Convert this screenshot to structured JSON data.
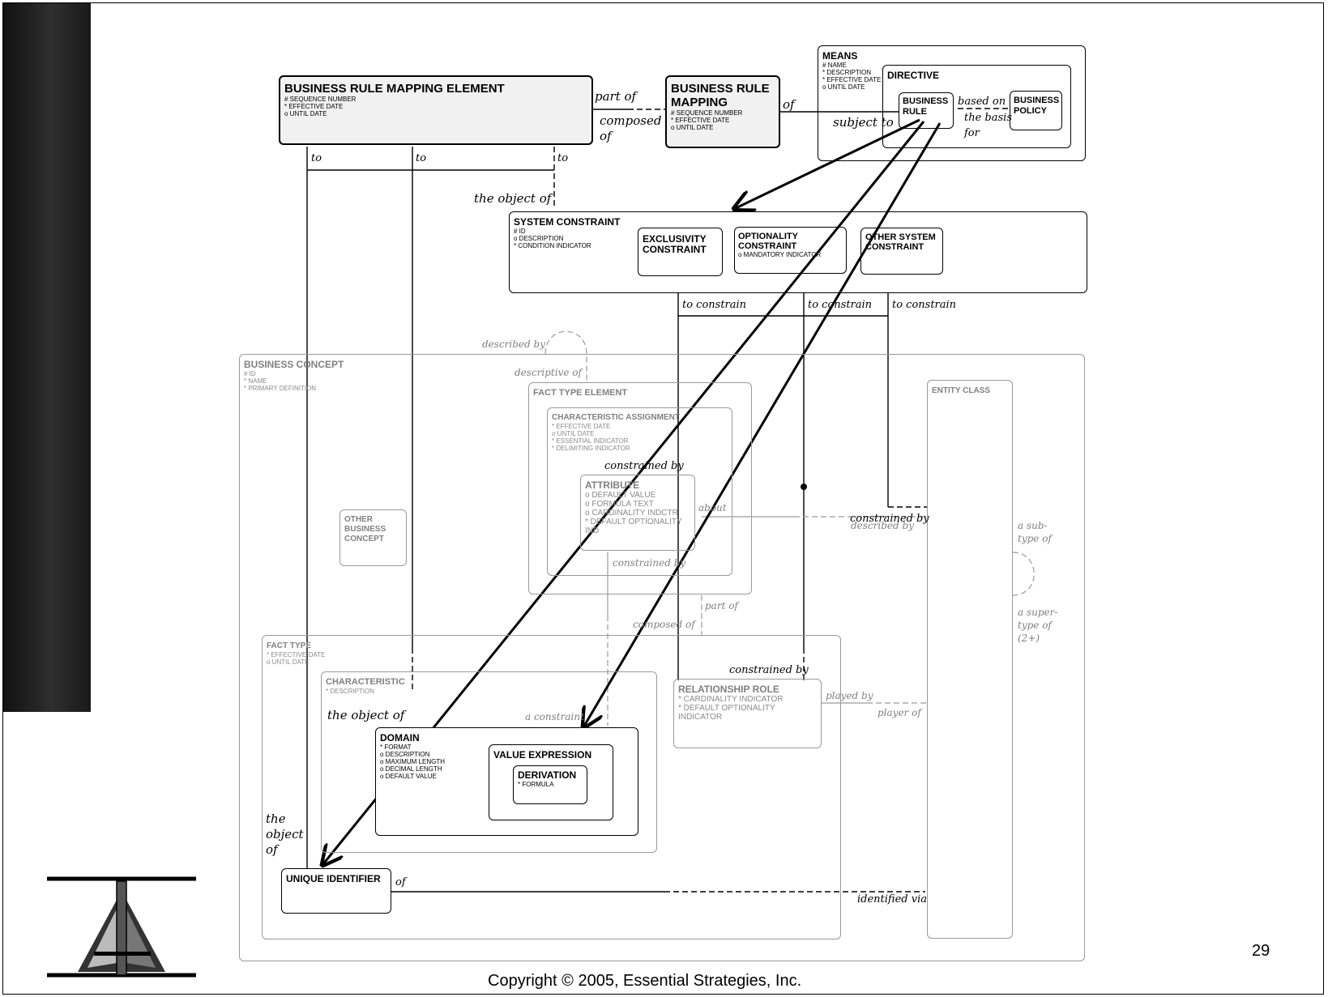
{
  "slide": {
    "page_number": "29",
    "copyright": "Copyright © 2005, Essential Strategies, Inc.",
    "logo": "essential-strategies-logo-icon"
  },
  "boxes": {
    "brme": {
      "title": "BUSINESS RULE MAPPING ELEMENT",
      "attrs": "# SEQUENCE NUMBER\n* EFFECTIVE DATE\no UNTIL DATE"
    },
    "brm": {
      "title": "BUSINESS RULE\nMAPPING",
      "attrs": "# SEQUENCE NUMBER\n* EFFECTIVE DATE\no UNTIL DATE"
    },
    "means": {
      "title": "MEANS",
      "attrs": "# NAME\n* DESCRIPTION\n* EFFECTIVE DATE\no UNTIL DATE"
    },
    "directive": {
      "title": "DIRECTIVE"
    },
    "business_rule": {
      "title": "BUSINESS\nRULE"
    },
    "business_policy": {
      "title": "BUSINESS\nPOLICY"
    },
    "system_constraint": {
      "title": "SYSTEM CONSTRAINT",
      "attrs": "# ID\no DESCRIPTION\n* CONDITION INDICATOR"
    },
    "exclusivity": {
      "title": "EXCLUSIVITY\nCONSTRAINT"
    },
    "optionality": {
      "title": "OPTIONALITY\nCONSTRAINT",
      "attrs": "o MANDATORY INDICATOR"
    },
    "other_system": {
      "title": "OTHER SYSTEM\nCONSTRAINT"
    },
    "business_concept": {
      "title": "BUSINESS CONCEPT",
      "attrs": "# ID\n* NAME\n* PRIMARY DEFINITION"
    },
    "fact_type_element": {
      "title": "FACT TYPE ELEMENT"
    },
    "characteristic_assignment": {
      "title": "CHARACTERISTIC ASSIGNMENT",
      "attrs": "* EFFECTIVE DATE\no UNTIL DATE\n* ESSENTIAL INDICATOR\n* DELIMITING INDICATOR"
    },
    "attribute": {
      "title": "ATTRIBUTE",
      "attrs": "o DEFAULT VALUE\no FORMULA TEXT\no CARDINALITY INDCTR\n* DEFAULT OPTIONALITY IND"
    },
    "other_business_concept": {
      "title": "OTHER\nBUSINESS\nCONCEPT"
    },
    "entity_class": {
      "title": "ENTITY CLASS"
    },
    "fact_type": {
      "title": "FACT TYPE",
      "attrs": "* EFFECTIVE DATE\no UNTIL DATE"
    },
    "characteristic": {
      "title": "CHARACTERISTIC",
      "attrs": "* DESCRIPTION"
    },
    "relationship_role": {
      "title": "RELATIONSHIP ROLE",
      "attrs": "* CARDINALITY INDICATOR\n* DEFAULT OPTIONALITY INDICATOR"
    },
    "domain": {
      "title": "DOMAIN",
      "attrs": "* FORMAT\no DESCRIPTION\no MAXIMUM LENGTH\no DECIMAL LENGTH\no DEFAULT VALUE"
    },
    "value_expression": {
      "title": "VALUE EXPRESSION"
    },
    "derivation": {
      "title": "DERIVATION",
      "attrs": "* FORMULA"
    },
    "unique_identifier": {
      "title": "UNIQUE IDENTIFIER"
    }
  },
  "labels": {
    "part_of_1": "part of",
    "composed_of_1": "composed\nof",
    "of_1": "of",
    "subject_to": "subject  to",
    "based_on": "based on",
    "the_basis_for": "the basis\nfor",
    "to_1": "to",
    "to_2": "to",
    "to_3": "to",
    "the_object_of_1": "the object of",
    "to_constrain_1": "to constrain",
    "to_constrain_2": "to constrain",
    "to_constrain_3": "to constrain",
    "described_by_1": "described by",
    "descriptive_of": "descriptive  of",
    "constrained_by_1": "constrained by",
    "about": "about",
    "constrained_by_2": "constrained by",
    "described_by_2": "described by",
    "constrained_by_3": "constrained by",
    "a_subtype_of": "a sub-\ntype of",
    "a_supertype_of": "a super-\ntype of\n(2+)",
    "part_of_2": "part of",
    "composed_of_2": "composed of",
    "constrained_by_4": "constrained by",
    "played_by": "played  by",
    "player_of": "player of",
    "the_object_of_2": "the object of",
    "a_constraint": "a constraint",
    "the_object_of_3": "the\nobject\nof",
    "of_2": "of",
    "identified_via": "identified via"
  }
}
